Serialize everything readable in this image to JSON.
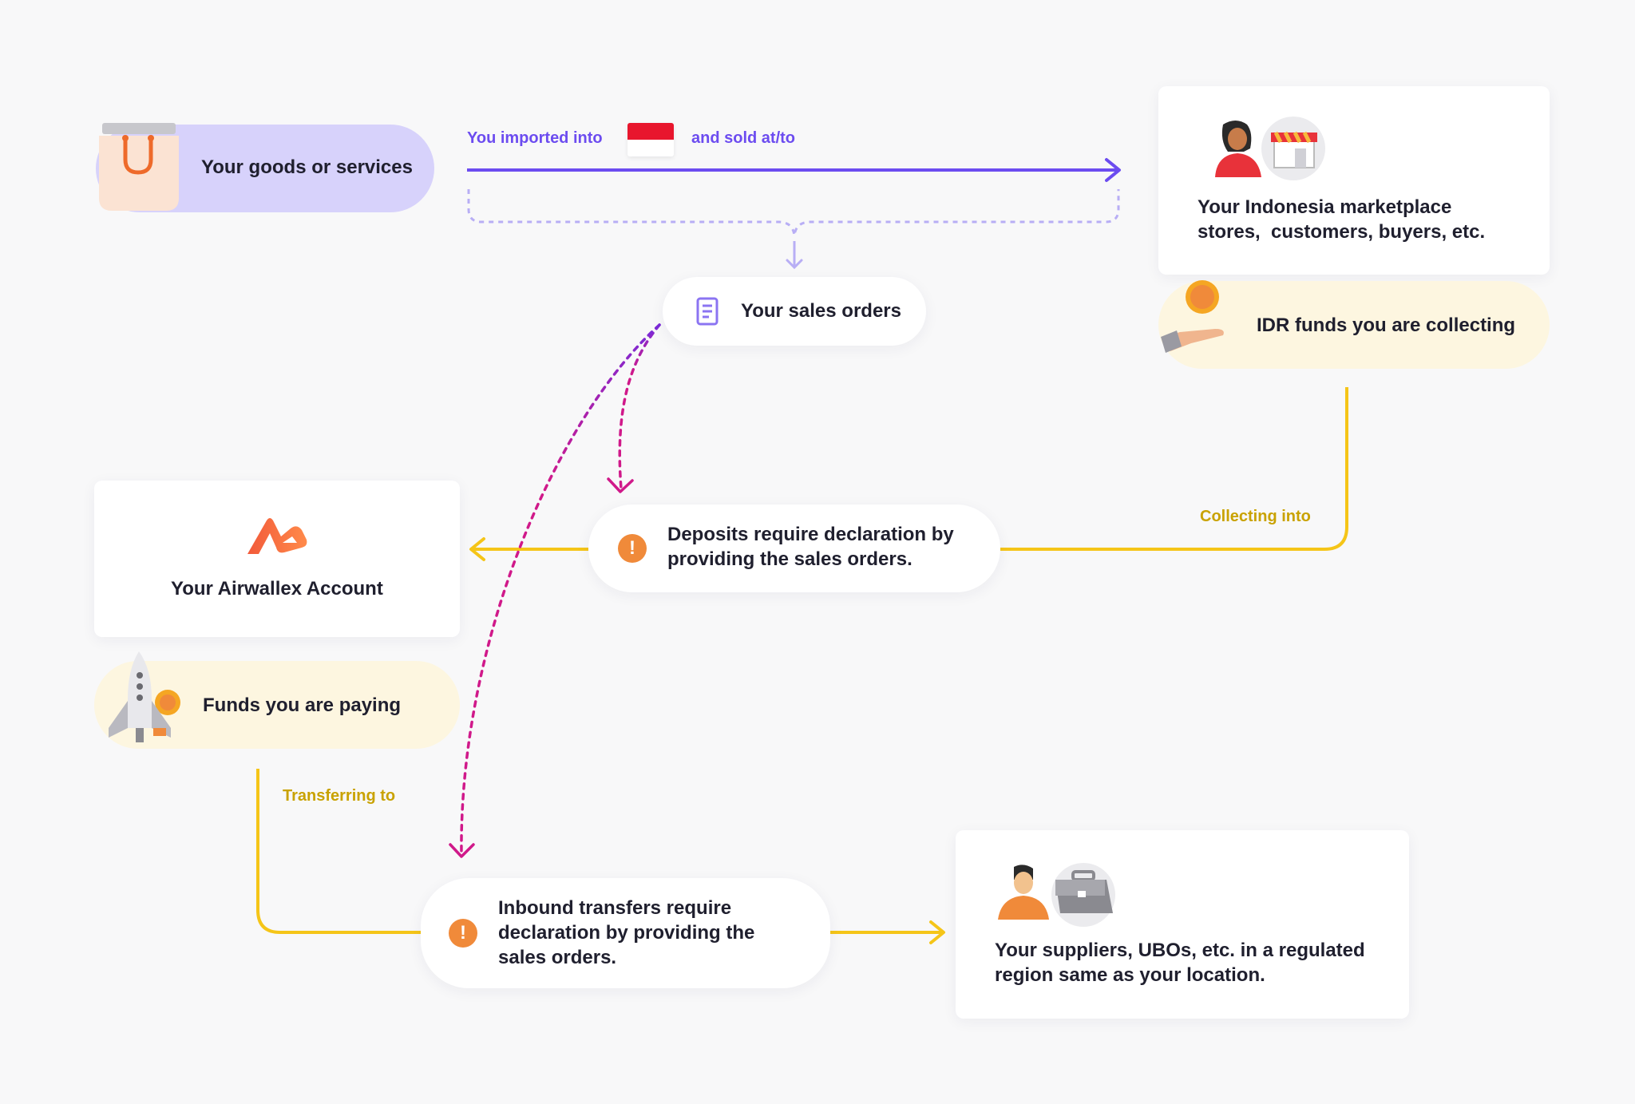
{
  "goods": {
    "label": "Your goods or services"
  },
  "import_line": {
    "left_label": "You imported into",
    "right_label": "and sold at/to",
    "flag": "indonesia-flag"
  },
  "marketplace": {
    "text_line1": "Your Indonesia marketplace",
    "text_line2": "stores,  customers, buyers, etc."
  },
  "idr_funds": {
    "label": "IDR funds you are collecting"
  },
  "sales_orders": {
    "label": "Your sales orders"
  },
  "collecting": {
    "label": "Collecting into"
  },
  "deposits": {
    "line1": "Deposits require declaration by",
    "line2": "providing the sales orders."
  },
  "airwallex": {
    "label": "Your Airwallex Account"
  },
  "funds_paying": {
    "label": "Funds you are paying"
  },
  "transferring": {
    "label": "Transferring to"
  },
  "inbound": {
    "line1": "Inbound transfers require",
    "line2": "declaration by providing the",
    "line3": "sales orders."
  },
  "suppliers": {
    "line1": "Your suppliers, UBOs, etc. in a regulated",
    "line2": "region same as your location."
  },
  "colors": {
    "purple": "#6c4cf0",
    "lavender": "#d7d2fb",
    "yellow": "#f5c518",
    "cream": "#fdf6e0",
    "magenta": "#d0198a",
    "orange": "#f08a3a",
    "label_gold": "#c9a200"
  }
}
